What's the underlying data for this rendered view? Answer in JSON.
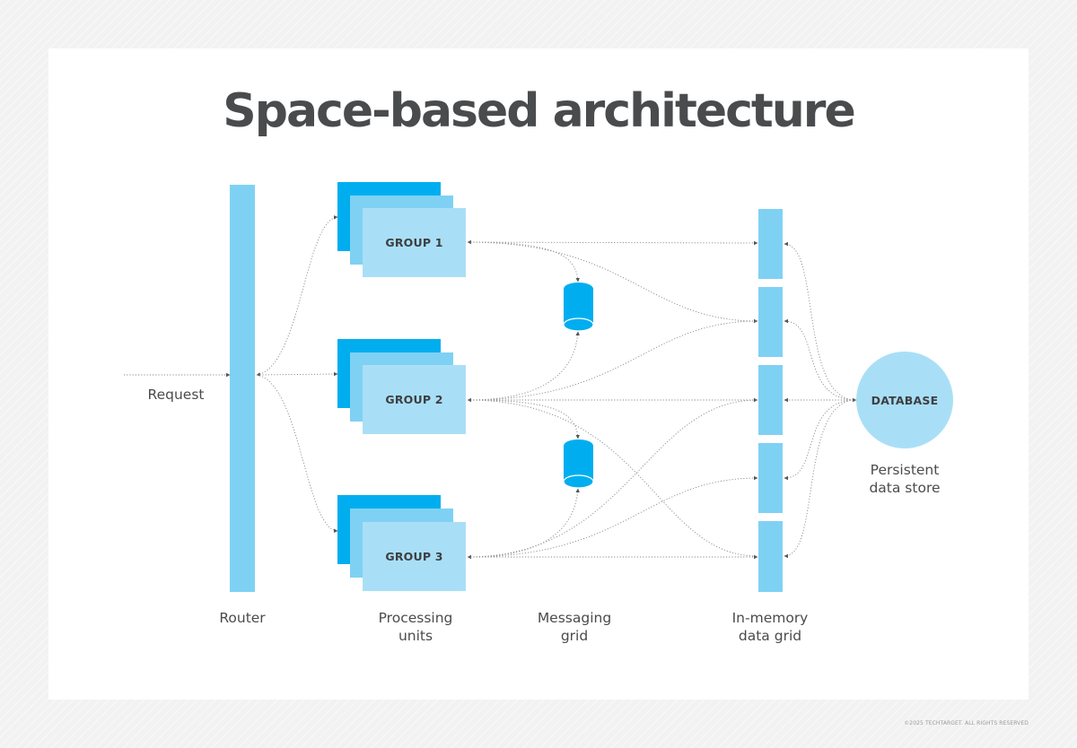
{
  "title": "Space-based architecture",
  "request_label": "Request",
  "router_label": "Router",
  "groups": [
    "GROUP 1",
    "GROUP 2",
    "GROUP 3"
  ],
  "processing_units_label": [
    "Processing",
    "units"
  ],
  "messaging_grid_label": [
    "Messaging",
    "grid"
  ],
  "in_memory_grid_label": [
    "In-memory",
    "data grid"
  ],
  "database_label": "DATABASE",
  "persistent_store_label": [
    "Persistent",
    "data store"
  ],
  "copyright": "©2025 TECHTARGET. ALL RIGHTS RESERVED",
  "colors": {
    "light_blue": "#7fd1f3",
    "pale_blue": "#a9dff6",
    "bright_blue": "#00aeef",
    "text_dark": "#4a4b4d",
    "connector": "#8a8a8a"
  }
}
